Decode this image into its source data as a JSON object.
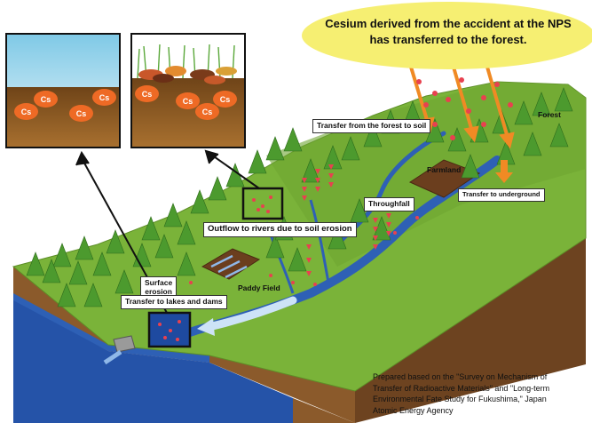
{
  "headline": {
    "line1": "Cesium derived from the accident at the NPS",
    "line2": "has transferred to the forest."
  },
  "labels": {
    "forest": "Forest",
    "transfer_forest_soil": "Transfer from the forest to soil",
    "farmland": "Farmland",
    "transfer_underground": "Transfer to underground",
    "throughfall": "Throughfall",
    "outflow_rivers": "Outflow to rivers due to soil erosion",
    "surface_erosion_line1": "Surface",
    "surface_erosion_line2": "erosion",
    "paddy_field": "Paddy Field",
    "transfer_lakes": "Transfer to lakes and dams"
  },
  "cs_symbol": "Cs",
  "citation": {
    "line1": "Prepared based on the \"Survey on Mechanism of",
    "line2": "Transfer of Radioactive Materials\" and \"Long-term",
    "line3": "Environmental Fate Study for Fukushima,\" Japan",
    "line4": "Atomic Energy Agency"
  },
  "colors": {
    "grass": "#7ab339",
    "soil": "#8b5a2b",
    "water": "#2e60b5",
    "cesium": "#ee6a25",
    "particle": "#e8414f",
    "callout": "#f6ef72"
  }
}
